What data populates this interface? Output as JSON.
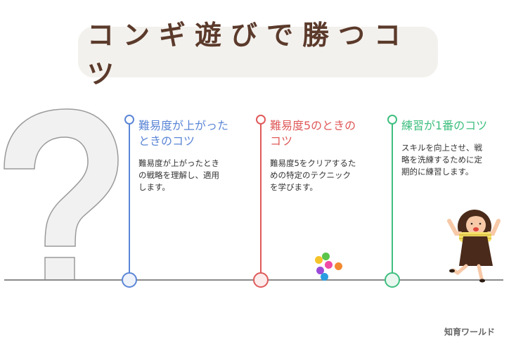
{
  "title": "コンギ遊びで勝つコツ",
  "decorations": {
    "question_mark": "question-mark-icon",
    "balls": [
      "#f5c32a",
      "#5ac54a",
      "#ef4aa5",
      "#f28a30",
      "#9a4ad8",
      "#2a9ee0"
    ],
    "character": "jumping-girl-illustration"
  },
  "timeline": {
    "items": [
      {
        "heading": "難易度が上がったときのコツ",
        "heading_line1": "難易度が上がった",
        "heading_line2": "ときのコツ",
        "body_line1": "難易度が上がったとき",
        "body_line2": "の戦略を理解し、適用",
        "body_line3": "します。",
        "color": "#5b86d6"
      },
      {
        "heading": "難易度5のときのコツ",
        "heading_line1": "難易度5のときの",
        "heading_line2": "コツ",
        "body_line1": "難易度5をクリアするた",
        "body_line2": "めの特定のテクニック",
        "body_line3": "を学びます。",
        "color": "#e05a5a"
      },
      {
        "heading": "練習が1番のコツ",
        "heading_line1": "練習が1番のコツ",
        "heading_line2": "",
        "body_line1": "スキルを向上させ、戦",
        "body_line2": "略を洗練するために定",
        "body_line3": "期的に練習します。",
        "color": "#3fbf7f"
      }
    ]
  },
  "brand": "知育ワールド"
}
